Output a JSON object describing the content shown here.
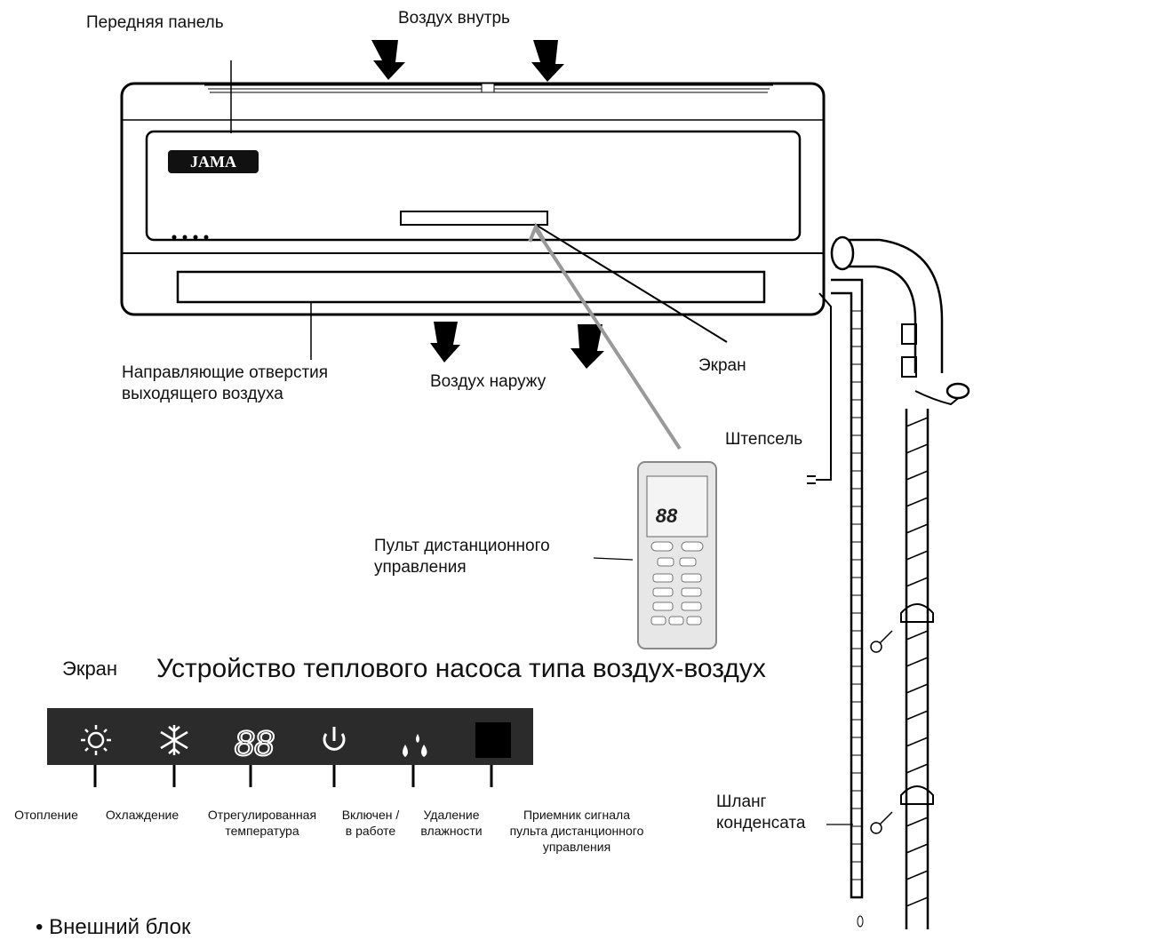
{
  "labels": {
    "front_panel": "Передняя панель",
    "air_in": "Воздух внутрь",
    "outlet_vanes_line1": "Направляющие отверстия",
    "outlet_vanes_line2": "выходящего воздуха",
    "air_out": "Воздух наружу",
    "screen": "Экран",
    "plug": "Штепсель",
    "remote_line1": "Пульт дистанционного",
    "remote_line2": "управления",
    "drain_hose_line1": "Шланг",
    "drain_hose_line2": "конденсата"
  },
  "brand": "JAMA",
  "display_panel": {
    "label": "Экран",
    "title": "Устройство теплового насоса типа воздух-воздух",
    "digits": "88",
    "indicators": [
      {
        "icon": "sun-icon",
        "line1": "Отопление",
        "line2": ""
      },
      {
        "icon": "snowflake-icon",
        "line1": "Охлаждение",
        "line2": ""
      },
      {
        "icon": "digits-icon",
        "line1": "Отрегулированная",
        "line2": "температура"
      },
      {
        "icon": "power-icon",
        "line1": "Включен /",
        "line2": "в работе"
      },
      {
        "icon": "drops-icon",
        "line1": "Удаление",
        "line2": "влажности"
      },
      {
        "icon": "receiver-icon",
        "line1": "Приемник сигнала",
        "line2": "пульта дистанционного",
        "line3": "управления"
      }
    ]
  },
  "remote": {
    "digits": "88"
  },
  "footer": "• Внешний блок"
}
